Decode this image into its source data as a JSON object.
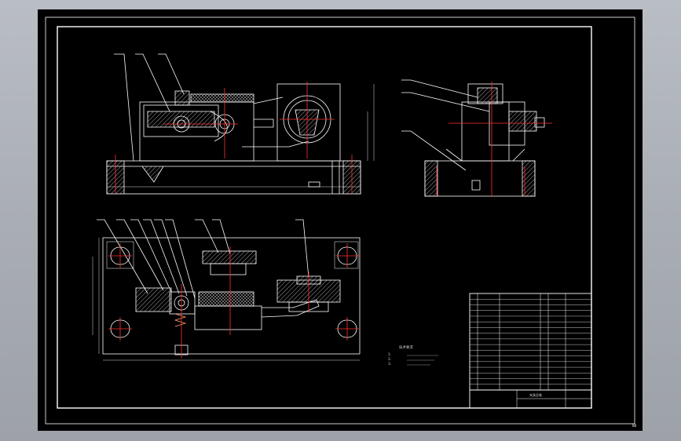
{
  "drawing": {
    "balloon_labels_front": [
      "",
      "",
      ""
    ],
    "balloon_labels_side": [
      "",
      "",
      ""
    ],
    "balloon_labels_plan": [
      "",
      "",
      "",
      "",
      "",
      "",
      "",
      "",
      ""
    ],
    "tech_requirements_title": "技术要求",
    "tech_requirements_lines": [
      "1.",
      "2.",
      "3."
    ],
    "parts_rows": 17,
    "title_block_name": "夹具总装",
    "corner_mark": "88"
  },
  "colors": {
    "background": "#000000",
    "lines": "#ffffff",
    "centerlines": "#ff3030",
    "hatch": "#c8c8c8",
    "dim": "#dcdcdc",
    "window": "#9aa0a6"
  }
}
